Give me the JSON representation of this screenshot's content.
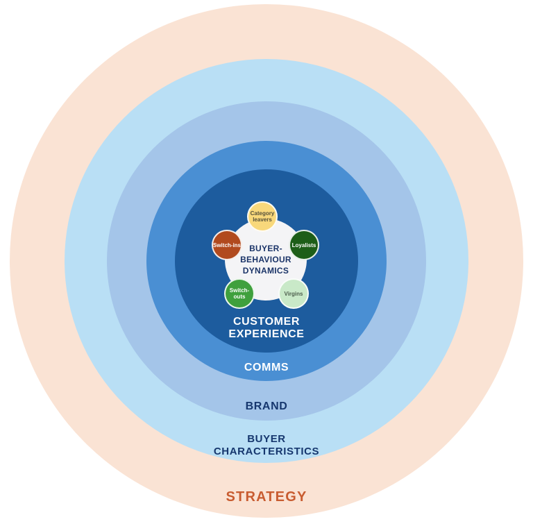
{
  "rings": [
    {
      "name": "strategy",
      "label": "STRATEGY",
      "fill": "#fae3d4",
      "label_color": "#c85c30"
    },
    {
      "name": "buyer-characteristics",
      "label": "BUYER\nCHARACTERISTICS",
      "fill": "#b9dff5",
      "label_color": "#16376e"
    },
    {
      "name": "brand",
      "label": "BRAND",
      "fill": "#a4c5e9",
      "label_color": "#16376e"
    },
    {
      "name": "comms",
      "label": "COMMS",
      "fill": "#4a8fd3",
      "label_color": "#ffffff"
    },
    {
      "name": "customer-experience",
      "label": "CUSTOMER\nEXPERIENCE",
      "fill": "#1d5c9e",
      "label_color": "#ffffff"
    }
  ],
  "hub": {
    "title": "BUYER-\nBEHAVIOUR\nDYNAMICS",
    "fill": "#f4f4f6",
    "title_color": "#1b3468",
    "nodes": [
      {
        "name": "category-leavers",
        "label": "Category\nleavers",
        "fill": "#f8d87b",
        "text_color": "#55503a"
      },
      {
        "name": "switch-ins",
        "label": "Switch-ins",
        "fill": "#b14a1e",
        "text_color": "#ffffff"
      },
      {
        "name": "loyalists",
        "label": "Loyalists",
        "fill": "#1d5e18",
        "text_color": "#ffffff"
      },
      {
        "name": "switch-outs",
        "label": "Switch-outs",
        "fill": "#3fa03d",
        "text_color": "#ffffff"
      },
      {
        "name": "virgins",
        "label": "Virgins",
        "fill": "#c9e9c8",
        "text_color": "#4e5f4e"
      }
    ]
  }
}
